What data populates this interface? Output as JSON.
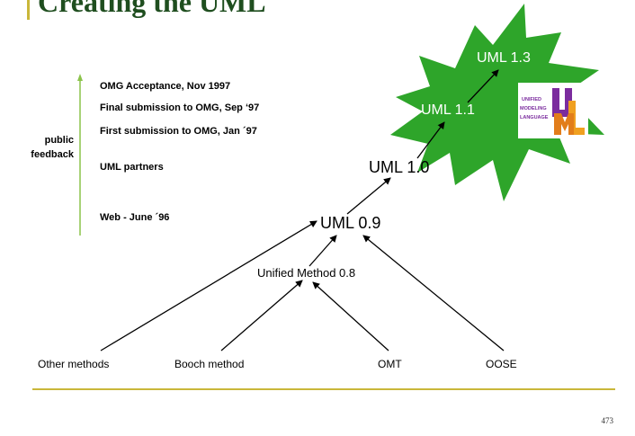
{
  "slide": {
    "title": "Creating the UML",
    "page_number": "473"
  },
  "timeline": {
    "side_label_1": "public",
    "side_label_2": "feedback",
    "items": [
      "OMG Acceptance, Nov 1997",
      "Final submission to OMG, Sep ‘97",
      "First submission to OMG, Jan ´97",
      "UML partners",
      "Web - June ´96"
    ]
  },
  "nodes": {
    "uml13": "UML 1.3",
    "uml11": "UML 1.1",
    "uml10": "UML 1.0",
    "uml09": "UML 0.9",
    "unified": "Unified Method 0.8",
    "other": "Other methods",
    "booch": "Booch method",
    "omt": "OMT",
    "oose": "OOSE"
  },
  "logo": {
    "line1": "UNIFIED",
    "line2": "MODELING",
    "line3": "LANGUAGE",
    "letters": "UML"
  },
  "colors": {
    "accent": "#c9b73a",
    "starburst": "#2ea52a",
    "title": "#1f4e1f",
    "logo_purple": "#7b2c9e",
    "logo_orange": "#f0a020"
  }
}
